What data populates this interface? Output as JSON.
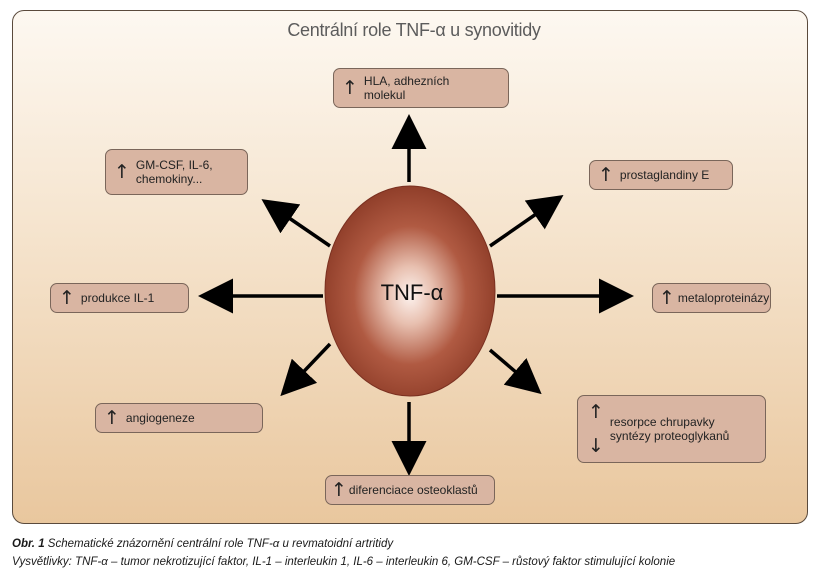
{
  "title": "Centrální role TNF-α u synovitidy",
  "center_label": "TNF-α",
  "up_symbol": "↑",
  "down_symbol": "↓",
  "boxes": {
    "hla": "HLA, adhezních\nmolekul",
    "gmcsf": "GM-CSF, IL-6,\nchemokiny...",
    "prostaglandiny": "prostaglandiny E",
    "il1": "produkce IL-1",
    "metaloproteinazy": "metaloproteinázy",
    "angiogeneze": "angiogeneze",
    "resorpce": "resorpce chrupavky",
    "syntezy": "syntézy proteoglykanů",
    "osteoklasty": "diferenciace osteoklastů"
  },
  "caption": {
    "label": "Obr. 1",
    "text": " Schematické znázornění centrální role TNF-α u revmatoidní artritidy",
    "legend": "Vysvětlivky: TNF-α – tumor nekrotizující faktor, IL-1 – interleukin 1, IL-6 – interleukin 6, GM-CSF – růstový faktor stimulující kolonie"
  },
  "colors": {
    "ellipse_center": "#fdf3ef",
    "ellipse_edge": "#8b3a26",
    "box_fill": "#d9b5a2",
    "arrow": "#000000"
  }
}
